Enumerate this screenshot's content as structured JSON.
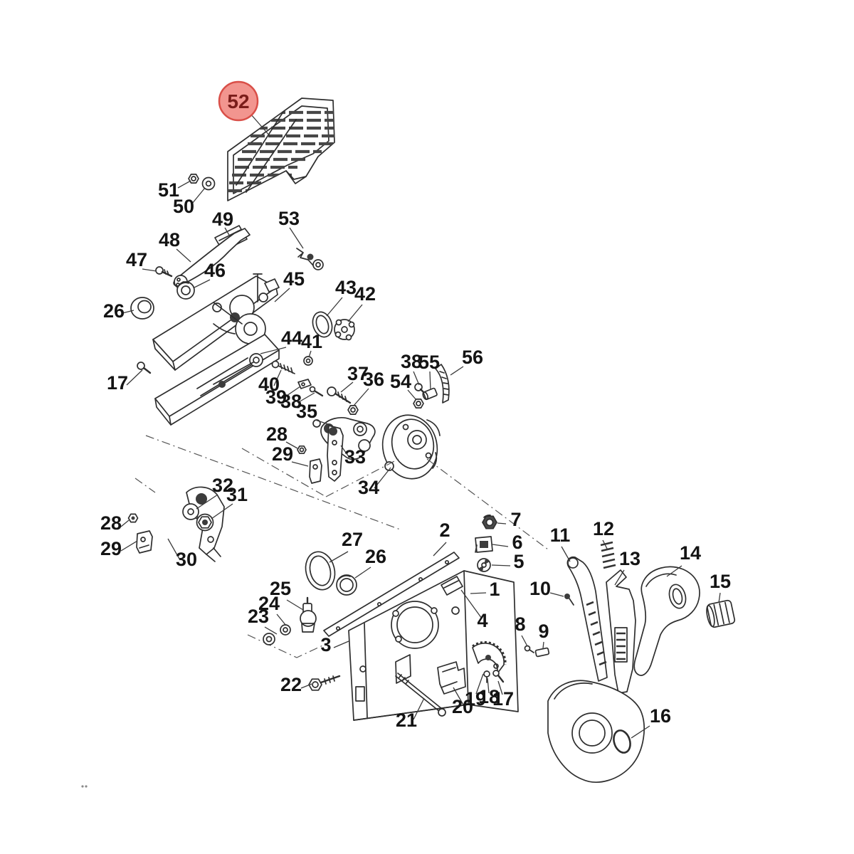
{
  "diagram": {
    "kind": "exploded parts diagram",
    "subject": "remote control box assembly",
    "background_color": "#ffffff",
    "line_color": "#2e2e2e",
    "label_color": "#141414",
    "highlight": {
      "part_number": "52",
      "circle_fill": "#f2958f",
      "circle_stroke": "#d94f48",
      "text_color": "#7a1d1a"
    },
    "labels": {
      "l52": "52",
      "l51": "51",
      "l50": "50",
      "l49": "49",
      "l48": "48",
      "l47": "47",
      "l46": "46",
      "l26a": "26",
      "l17a": "17",
      "l45": "45",
      "l53": "53",
      "l43": "43",
      "l42": "42",
      "l44": "44",
      "l41": "41",
      "l40": "40",
      "l39": "39",
      "l38a": "38",
      "l37": "37",
      "l36": "36",
      "l38b": "38",
      "l55": "55",
      "l54": "54",
      "l56": "56",
      "l35": "35",
      "l33": "33",
      "l34": "34",
      "l28a": "28",
      "l29a": "29",
      "l28b": "28",
      "l29b": "29",
      "l30": "30",
      "l32": "32",
      "l31": "31",
      "l27": "27",
      "l26b": "26",
      "l25": "25",
      "l24": "24",
      "l23": "23",
      "l22": "22",
      "l3": "3",
      "l2": "2",
      "l1": "1",
      "l4": "4",
      "l7": "7",
      "l6": "6",
      "l5": "5",
      "l11": "11",
      "l12": "12",
      "l10": "10",
      "l13": "13",
      "l8": "8",
      "l9": "9",
      "l14": "14",
      "l15": "15",
      "l16": "16",
      "l21": "21",
      "l20": "20",
      "l19": "19",
      "l18": "18",
      "l17b": "17"
    }
  }
}
